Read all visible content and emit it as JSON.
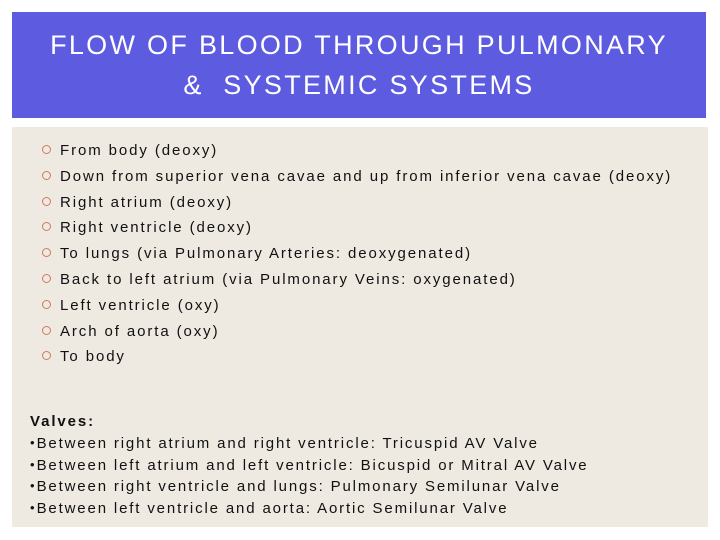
{
  "title": {
    "line1": "FLOW OF BLOOD THROUGH PULMONARY",
    "line2": "&  SYSTEMIC SYSTEMS",
    "background_color": "#5D5BE0",
    "text_color": "#FFFFFF"
  },
  "panel": {
    "background_color": "#EEEAE2",
    "bullet_color": "#D2785A",
    "bullet_icon": "hollow-circle-icon"
  },
  "flow_steps": [
    {
      "text": "From body (deoxy)"
    },
    {
      "text": "Down from superior vena cavae and up from inferior vena cavae (deoxy)"
    },
    {
      "text": "Right atrium (deoxy)"
    },
    {
      "text": "Right ventricle (deoxy)"
    },
    {
      "text": "To lungs (via Pulmonary Arteries: deoxygenated)"
    },
    {
      "text": "Back to left atrium (via Pulmonary Veins: oxygenated)"
    },
    {
      "text": "Left ventricle (oxy)"
    },
    {
      "text": "Arch of aorta (oxy)"
    },
    {
      "text": "To body"
    }
  ],
  "valves": {
    "heading": "Valves:",
    "bullet": "•",
    "items": [
      {
        "text": "Between right atrium and right ventricle: Tricuspid AV Valve"
      },
      {
        "text": "Between left atrium and left ventricle: Bicuspid or Mitral AV Valve"
      },
      {
        "text": "Between right ventricle and lungs: Pulmonary Semilunar Valve"
      },
      {
        "text": "Between left ventricle and aorta: Aortic Semilunar Valve"
      }
    ]
  }
}
